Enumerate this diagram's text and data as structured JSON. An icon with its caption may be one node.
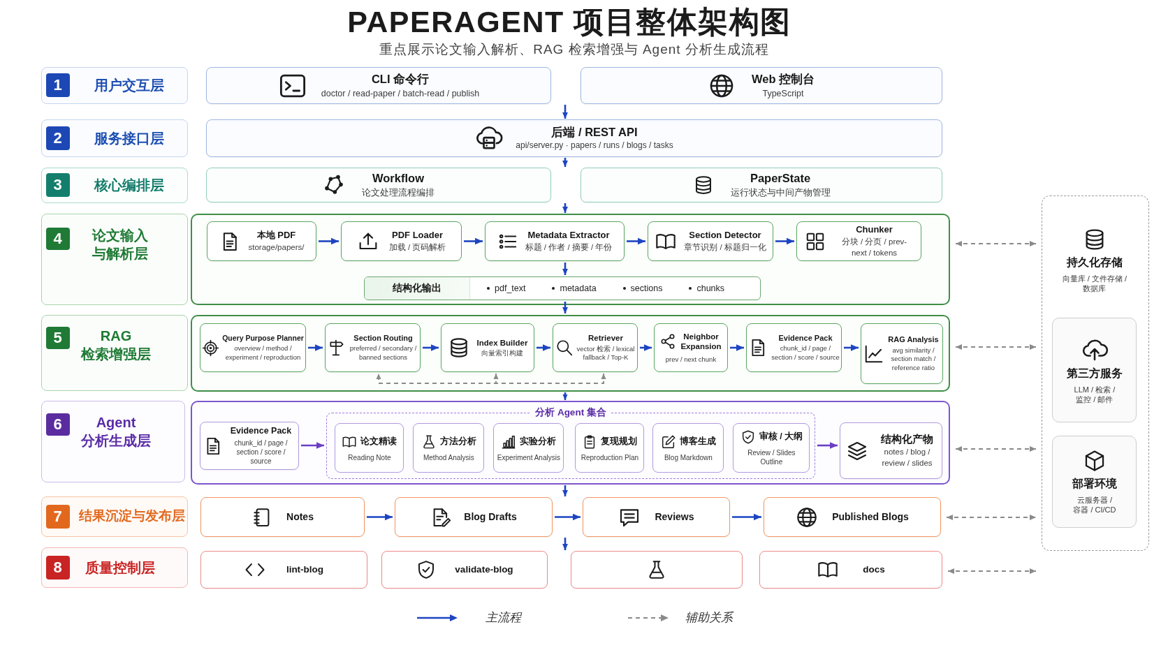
{
  "diagram": {
    "title": "PAPERAGENT 项目整体架构图",
    "nodes": [
      {
        "text": [
          "用户交互层"
        ]
      },
      {
        "text": [
          "1"
        ],
        "in": 0
      },
      {
        "text": [
          "CLI 命令行",
          "doctor / read-paper / batch-read / publish"
        ]
      },
      {
        "text": [
          "Web 控制台",
          "TypeScript"
        ]
      },
      {
        "text": [
          "服务接口层"
        ]
      },
      {
        "text": [
          "2"
        ],
        "in": 4
      },
      {
        "text": [
          "后端 / REST API",
          "api/server.py · papers / runs / blogs / tasks"
        ]
      },
      {
        "text": [
          "核心编排层"
        ]
      },
      {
        "text": [
          "3"
        ],
        "in": 7
      },
      {
        "text": [
          "Workflow",
          "论文处理流程编排"
        ]
      },
      {
        "text": [
          "PaperState",
          "运行状态与中间产物管理"
        ]
      },
      {
        "text": [
          "论文输入与解析层"
        ]
      },
      {
        "text": [
          "4"
        ],
        "in": 11
      },
      {
        "text": [],
        "shape": "box"
      },
      {
        "text": [
          "本地 PDF",
          "storage/papers/"
        ],
        "in": 13
      },
      {
        "text": [
          "PDF Loader",
          "加载 / 页码解析"
        ],
        "in": 13
      },
      {
        "text": [
          "Metadata Extractor",
          "标题 / 作者 / 摘要 / 年份"
        ],
        "in": 13
      },
      {
        "text": [
          "Section Detector",
          "章节识别 / 标题归一化"
        ],
        "in": 13
      },
      {
        "text": [
          "Chunker",
          "分块 / 分页 / prev-next / tokens"
        ],
        "in": 13
      },
      {
        "text": [
          "结构化输出",
          "pdf_text",
          "metadata",
          "sections",
          "chunks"
        ],
        "in": 13
      },
      {
        "text": [
          "RAG 检索增强层"
        ]
      },
      {
        "text": [
          "5"
        ],
        "in": 20
      },
      {
        "text": [],
        "shape": "box"
      },
      {
        "text": [
          "Query Purpose Planner",
          "overview / method / experiment / reproduction"
        ],
        "in": 22
      },
      {
        "text": [
          "Section Routing",
          "preferred / secondary / banned sections"
        ],
        "in": 22
      },
      {
        "text": [
          "Index Builder",
          "向量索引构建"
        ],
        "in": 22
      },
      {
        "text": [
          "Retriever",
          "vector 检索 / lexical fallback / Top-K"
        ],
        "in": 22
      },
      {
        "text": [
          "Neighbor Expansion",
          "prev / next chunk"
        ],
        "in": 22
      },
      {
        "text": [
          "Evidence Pack",
          "chunk_id / page / section / score / source"
        ],
        "in": 22
      },
      {
        "text": [
          "RAG Analysis",
          "avg similarity / section match / reference ratio"
        ],
        "in": 22
      },
      {
        "text": [
          "Agent 分析生成层"
        ]
      },
      {
        "text": [
          "6"
        ],
        "in": 30
      },
      {
        "text": [],
        "shape": "box"
      },
      {
        "text": [
          "Evidence Pack",
          "chunk_id / page / section / score / source"
        ],
        "in": 32
      },
      {
        "text": [
          "分析 Agent 集合"
        ],
        "in": 32
      },
      {
        "text": [
          "论文精读",
          "Reading Note"
        ],
        "in": 34
      },
      {
        "text": [
          "方法分析",
          "Method Analysis"
        ],
        "in": 34
      },
      {
        "text": [
          "实验分析",
          "Experiment Analysis"
        ],
        "in": 34
      },
      {
        "text": [
          "复现规划",
          "Reproduction Plan"
        ],
        "in": 34
      },
      {
        "text": [
          "博客生成",
          "Blog Markdown"
        ],
        "in": 34
      },
      {
        "text": [
          "审核 / 大纲",
          "Review / Slides Outline"
        ],
        "in": 34
      },
      {
        "text": [
          "结构化产物",
          "notes / blog / review / slides"
        ],
        "in": 32
      },
      {
        "text": [
          "结果沉淀与发布层"
        ]
      },
      {
        "text": [
          "7"
        ],
        "in": 42
      },
      {
        "text": [
          "Notes"
        ]
      },
      {
        "text": [
          "Blog Drafts"
        ]
      },
      {
        "text": [
          "Reviews"
        ]
      },
      {
        "text": [
          "Published Blogs"
        ]
      },
      {
        "text": [
          "质量控制层"
        ]
      },
      {
        "text": [
          "8"
        ],
        "in": 48
      },
      {
        "text": [
          "lint-blog"
        ]
      },
      {
        "text": [
          "validate-blog"
        ]
      },
      {
        "text": [],
        "shape": "box"
      },
      {
        "text": [
          "docs"
        ]
      },
      {
        "text": [],
        "shape": "box"
      },
      {
        "text": [
          "持久化存储",
          "向量库 / 文件存储 / 数据库"
        ],
        "in": 54
      },
      {
        "text": [
          "第三方服务",
          "LLM / 检索 / 监控 / 邮件"
        ],
        "in": 54
      },
      {
        "text": [
          "部署环境",
          "云服务器 / 容器 / CI/CD"
        ],
        "in": 54
      }
    ],
    "edges": [
      {
        "from": 2,
        "to": 6,
        "arrow": "to"
      },
      {
        "from": 6,
        "to": 9,
        "arrow": "to"
      },
      {
        "from": 9,
        "to": 13,
        "arrow": "to"
      },
      {
        "from": 14,
        "to": 15,
        "arrow": "to"
      },
      {
        "from": 15,
        "to": 16,
        "arrow": "to"
      },
      {
        "from": 16,
        "to": 17,
        "arrow": "to"
      },
      {
        "from": 17,
        "to": 18,
        "arrow": "to"
      },
      {
        "from": 16,
        "to": 19,
        "arrow": "to"
      },
      {
        "from": 19,
        "to": 22,
        "arrow": "to"
      },
      {
        "from": 23,
        "to": 24,
        "arrow": "to"
      },
      {
        "from": 24,
        "to": 25,
        "arrow": "to"
      },
      {
        "from": 25,
        "to": 26,
        "arrow": "to"
      },
      {
        "from": 26,
        "to": 27,
        "arrow": "to"
      },
      {
        "from": 27,
        "to": 28,
        "arrow": "to"
      },
      {
        "from": 28,
        "to": 29,
        "arrow": "to"
      },
      {
        "from": 26,
        "to": 24,
        "arrow": "both",
        "style": "dashed",
        "color": "#8a8a8a"
      },
      {
        "from": 26,
        "to": 25,
        "arrow": "to",
        "style": "dashed",
        "color": "#8a8a8a"
      },
      {
        "from": 22,
        "to": 32,
        "arrow": "to"
      },
      {
        "from": 33,
        "to": 34,
        "arrow": "to",
        "color": "#6b3fc4"
      },
      {
        "from": 34,
        "to": 41,
        "arrow": "to",
        "color": "#6b3fc4"
      },
      {
        "from": 32,
        "to": 45,
        "arrow": "to"
      },
      {
        "from": 44,
        "to": 45,
        "arrow": "to"
      },
      {
        "from": 45,
        "to": 46,
        "arrow": "to"
      },
      {
        "from": 46,
        "to": 47,
        "arrow": "to"
      },
      {
        "from": 45,
        "to": 52,
        "arrow": "to"
      },
      {
        "from": 13,
        "to": 54,
        "arrow": "both",
        "style": "dashed",
        "color": "#8a8a8a"
      },
      {
        "from": 22,
        "to": 54,
        "arrow": "both",
        "style": "dashed",
        "color": "#8a8a8a"
      },
      {
        "from": 32,
        "to": 54,
        "arrow": "both",
        "style": "dashed",
        "color": "#8a8a8a"
      },
      {
        "from": 47,
        "to": 54,
        "arrow": "both",
        "style": "dashed",
        "color": "#8a8a8a"
      },
      {
        "from": 53,
        "to": 54,
        "arrow": "both",
        "style": "dashed",
        "color": "#8a8a8a"
      }
    ],
    "labels": [
      "重点展示论文输入解析、RAG 检索增强与 Agent 分析生成流程"
    ],
    "legend": [
      {
        "text": "主流程"
      },
      {
        "text": "辅助关系"
      }
    ]
  }
}
